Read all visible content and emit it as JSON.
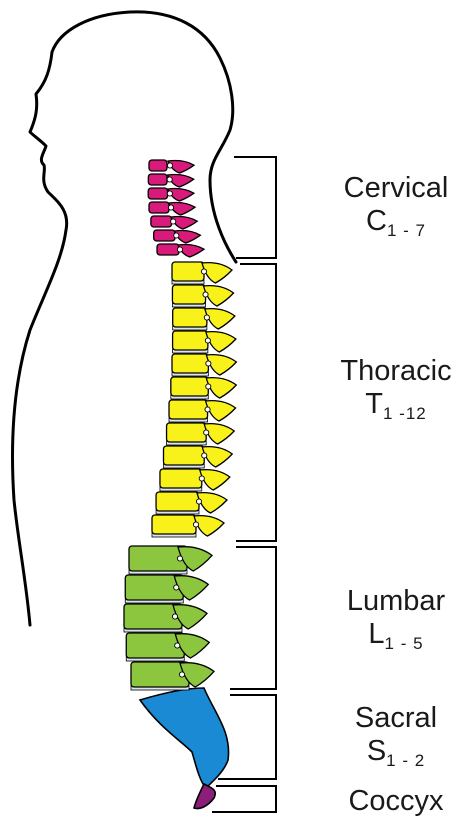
{
  "colors": {
    "cervical": "#d81b7a",
    "thoracic": "#f8f21a",
    "lumbar": "#8cc63f",
    "sacral": "#1a8ad4",
    "coccyx": "#8a1e78",
    "outline": "#000000",
    "disc": "#dbe6ee"
  },
  "regions": [
    {
      "key": "cervical",
      "name": "Cervical",
      "letter": "C",
      "range": "1 - 7"
    },
    {
      "key": "thoracic",
      "name": "Thoracic",
      "letter": "T",
      "range": "1 -12"
    },
    {
      "key": "lumbar",
      "name": "Lumbar",
      "letter": "L",
      "range": "1 - 5"
    },
    {
      "key": "sacral",
      "name": "Sacral",
      "letter": "S",
      "range": "1 - 2"
    },
    {
      "key": "coccyx",
      "name": "Coccyx",
      "letter": "",
      "range": ""
    }
  ]
}
